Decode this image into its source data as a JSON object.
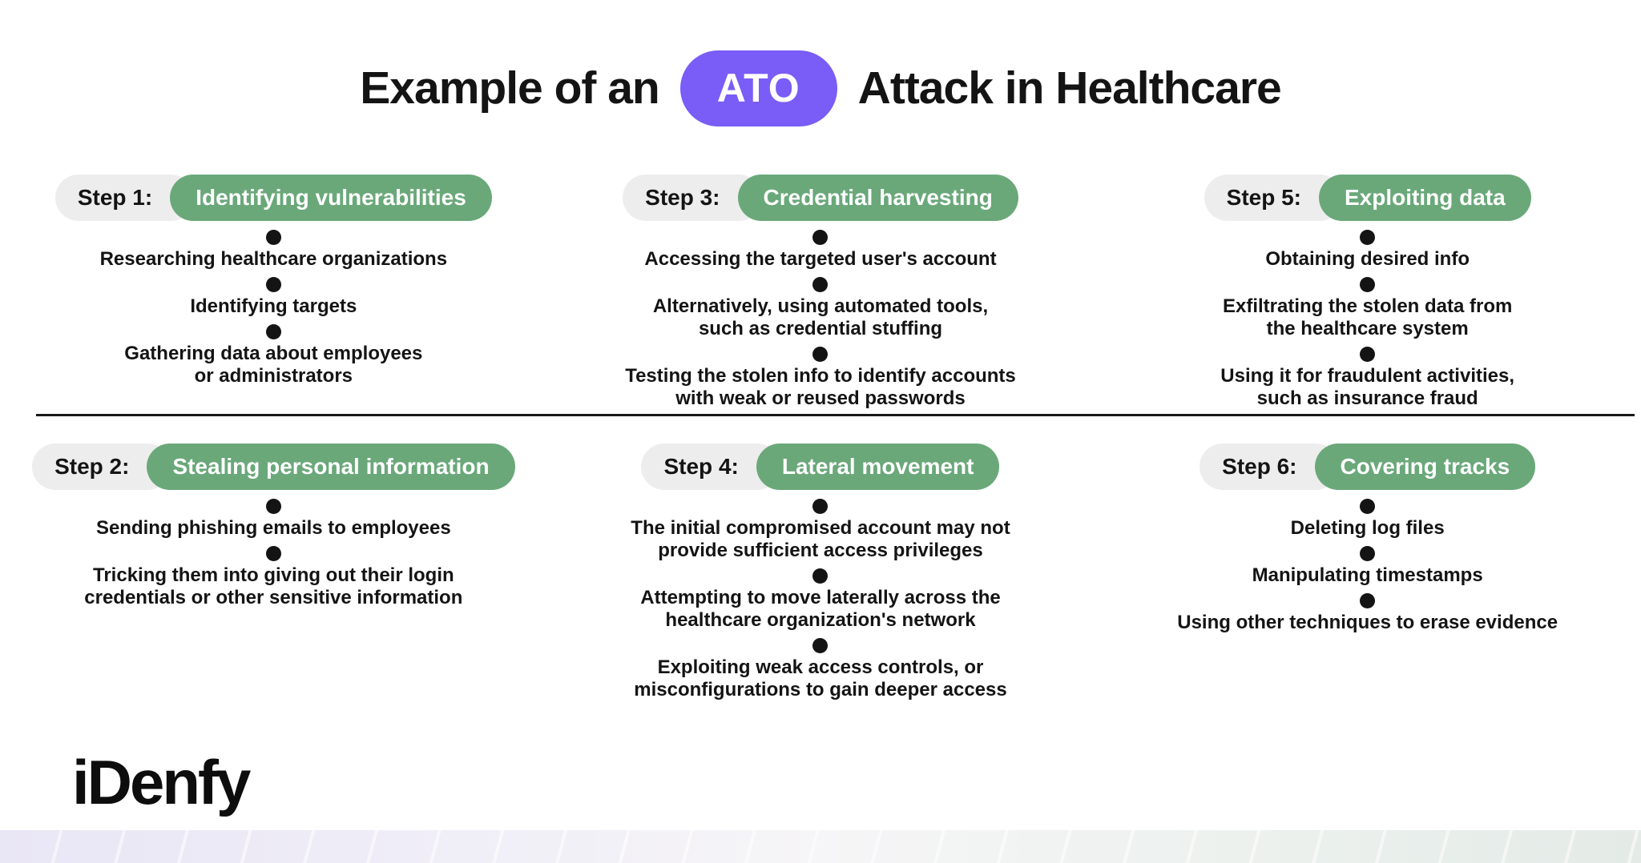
{
  "title": {
    "prefix": "Example of an",
    "badge": "ATO",
    "suffix": "Attack in Healthcare"
  },
  "colors": {
    "accent_green": "#6aa87a",
    "accent_purple": "#7a5cf6",
    "label_pill_bg": "#ededed",
    "text": "#141414",
    "strip_left": "#e9e6f6",
    "strip_right": "#e4ebe7"
  },
  "steps": [
    {
      "label": "Step 1:",
      "name": "Identifying vulnerabilities",
      "items": [
        [
          "Researching healthcare organizations"
        ],
        [
          "Identifying targets"
        ],
        [
          "Gathering data about employees",
          "or administrators"
        ]
      ]
    },
    {
      "label": "Step 3:",
      "name": "Credential harvesting",
      "items": [
        [
          "Accessing the targeted user's account"
        ],
        [
          "Alternatively, using automated tools,",
          "such as credential stuffing"
        ],
        [
          "Testing the stolen info to identify accounts",
          "with weak or reused passwords"
        ]
      ]
    },
    {
      "label": "Step 5:",
      "name": "Exploiting data",
      "items": [
        [
          "Obtaining desired info"
        ],
        [
          "Exfiltrating the stolen data from",
          "the healthcare system"
        ],
        [
          "Using it for fraudulent activities,",
          "such as insurance fraud"
        ]
      ]
    },
    {
      "label": "Step 2:",
      "name": "Stealing personal information",
      "items": [
        [
          "Sending phishing emails to employees"
        ],
        [
          "Tricking them into giving out their login",
          "credentials or other sensitive information"
        ]
      ]
    },
    {
      "label": "Step 4:",
      "name": "Lateral movement",
      "items": [
        [
          "The initial compromised account may not",
          "provide sufficient access privileges"
        ],
        [
          "Attempting to move laterally across the",
          "healthcare organization's network"
        ],
        [
          "Exploiting weak access controls, or",
          "misconfigurations to gain deeper access"
        ]
      ]
    },
    {
      "label": "Step 6:",
      "name": "Covering tracks",
      "items": [
        [
          "Deleting log files"
        ],
        [
          "Manipulating timestamps"
        ],
        [
          "Using other techniques to erase evidence"
        ]
      ]
    }
  ],
  "logo": {
    "text": "iDenfy"
  }
}
